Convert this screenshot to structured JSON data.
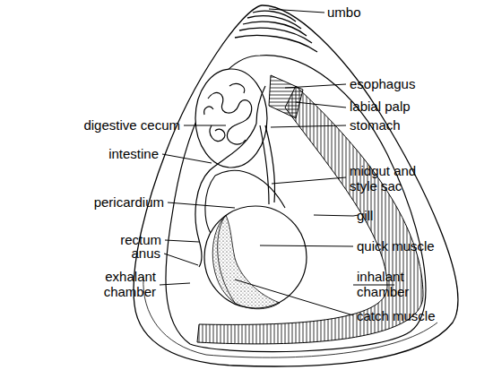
{
  "diagram": {
    "labels": [
      "umbo",
      "esophagus",
      "labial palp",
      "digestive cecum",
      "stomach",
      "intestine",
      "midgut and style sac",
      "pericardium",
      "gill",
      "rectum",
      "anus",
      "quick muscle",
      "exhalant chamber",
      "inhalant chamber",
      "catch muscle"
    ]
  }
}
